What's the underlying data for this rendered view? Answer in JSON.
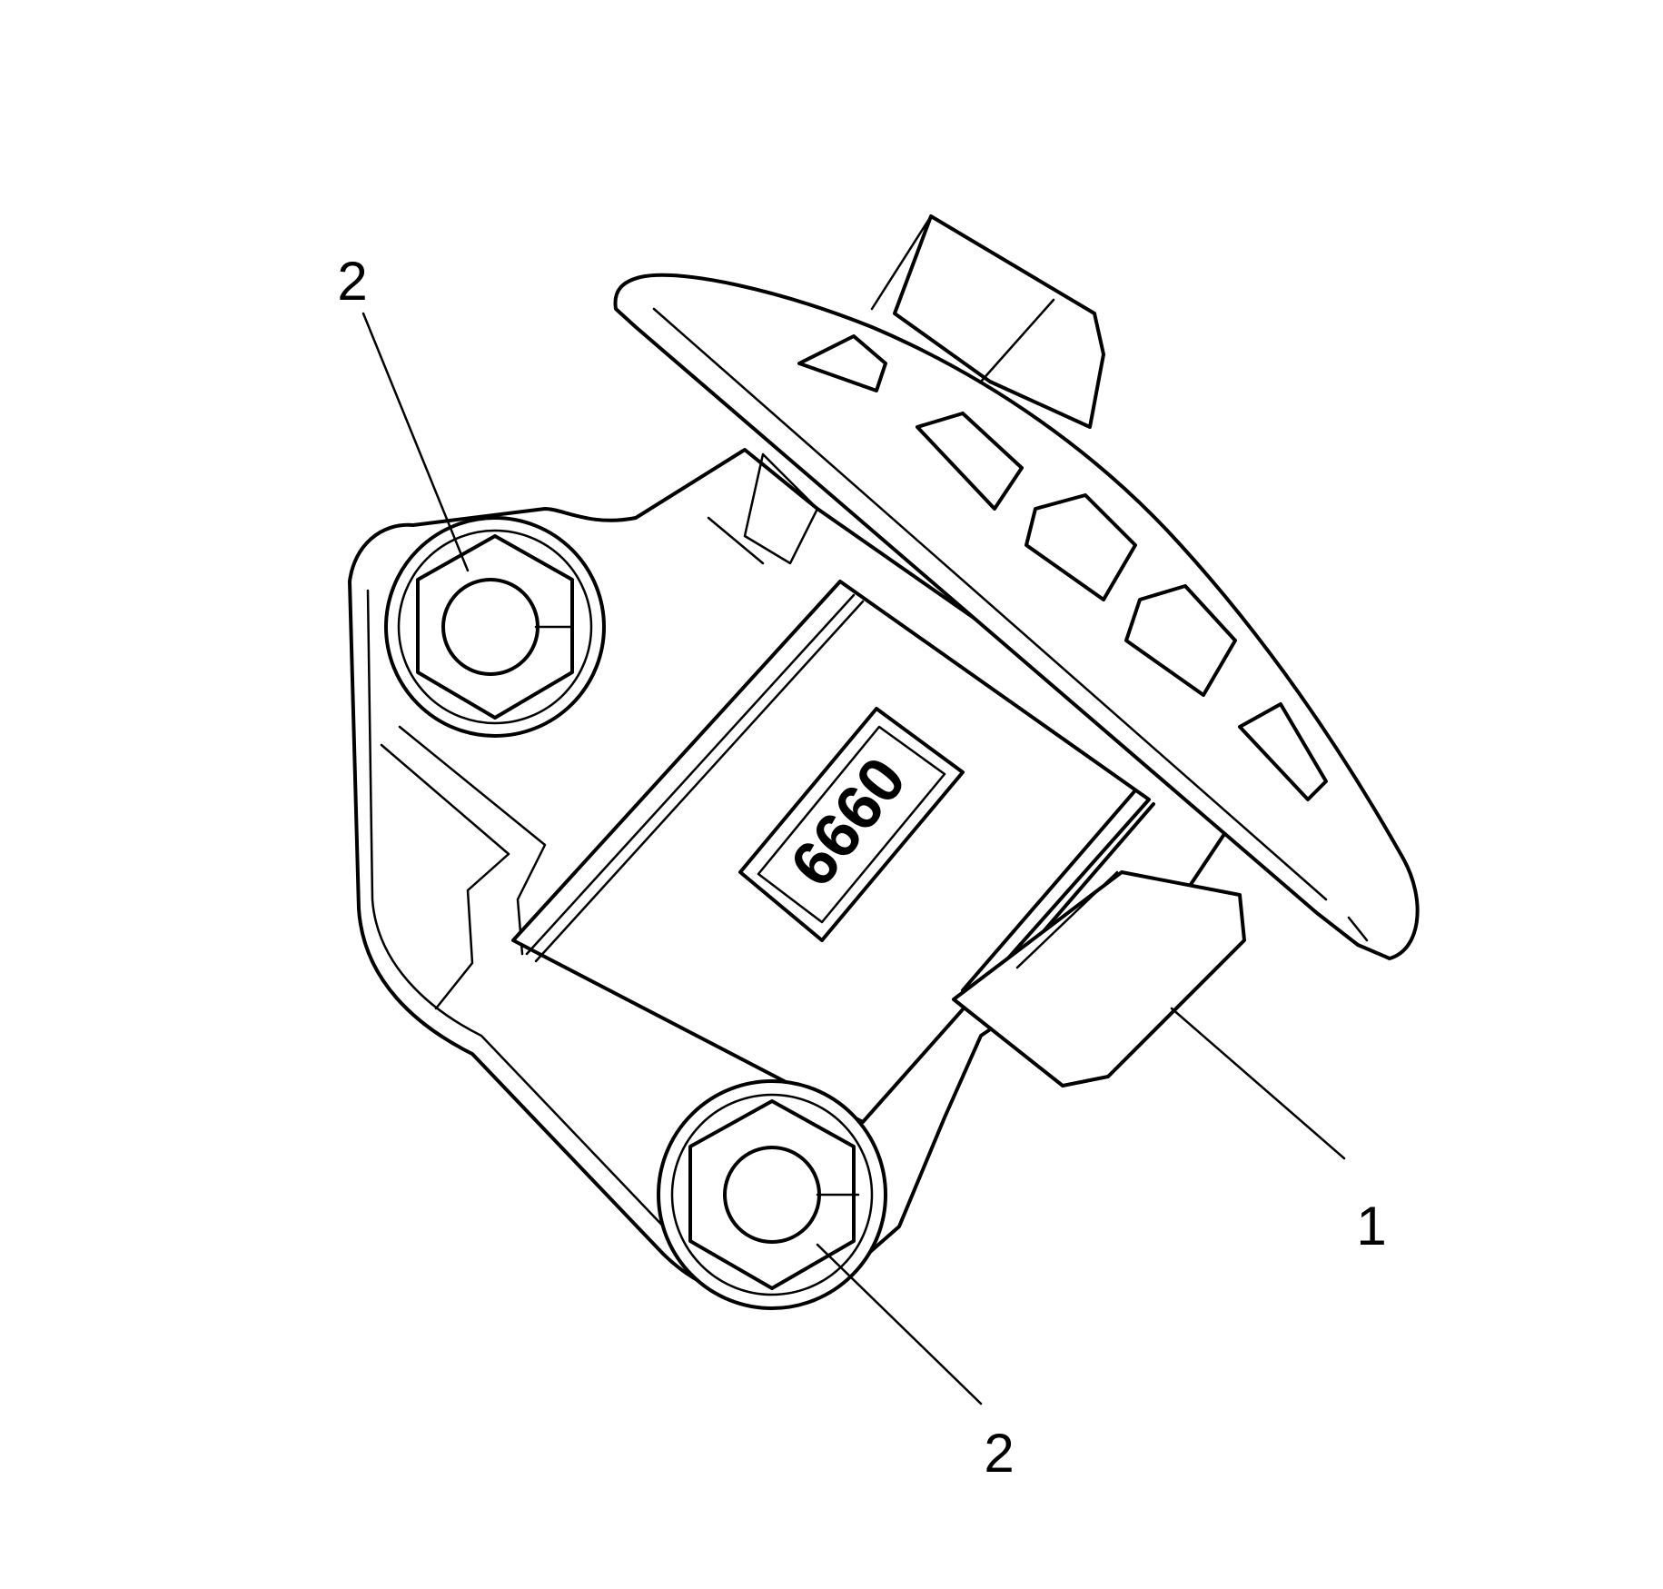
{
  "part_marking": "6660",
  "callouts": [
    {
      "id": "callout-1",
      "label": "1"
    },
    {
      "id": "callout-2-top",
      "label": "2"
    },
    {
      "id": "callout-2-bottom",
      "label": "2"
    }
  ]
}
